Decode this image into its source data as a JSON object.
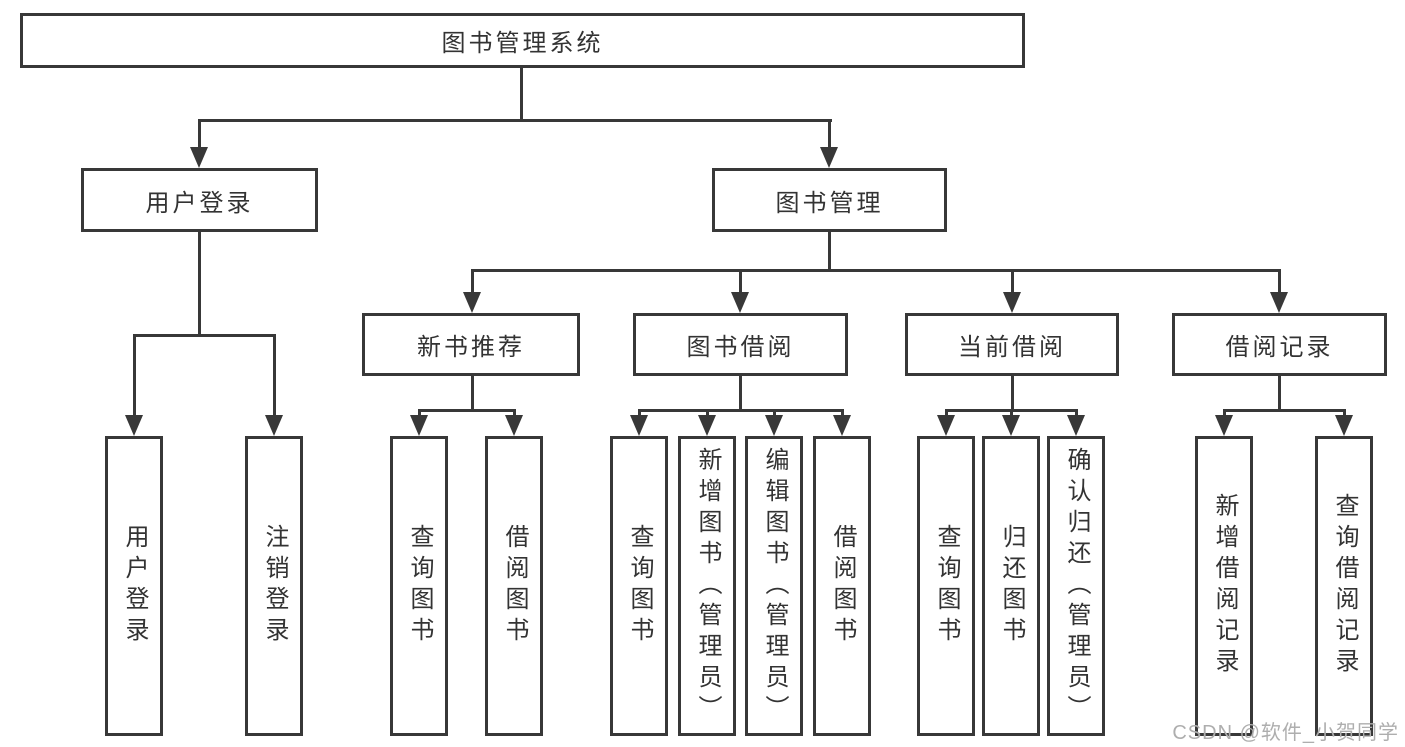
{
  "tree": {
    "root": "图书管理系统",
    "branches": [
      {
        "label": "用户登录",
        "children": [
          "用户登录",
          "注销登录"
        ]
      },
      {
        "label": "图书管理",
        "children": [
          {
            "label": "新书推荐",
            "children": [
              "查询图书",
              "借阅图书"
            ]
          },
          {
            "label": "图书借阅",
            "children": [
              "查询图书",
              "新增图书（管理员）",
              "编辑图书（管理员）",
              "借阅图书"
            ]
          },
          {
            "label": "当前借阅",
            "children": [
              "查询图书",
              "归还图书",
              "确认归还（管理员）"
            ]
          },
          {
            "label": "借阅记录",
            "children": [
              "新增借阅记录",
              "查询借阅记录"
            ]
          }
        ]
      }
    ]
  },
  "watermark": "CSDN @软件_小贺同学",
  "colors": {
    "line": "#383838",
    "text": "#333333",
    "background": "#ffffff",
    "watermark": "#aeaeae"
  }
}
